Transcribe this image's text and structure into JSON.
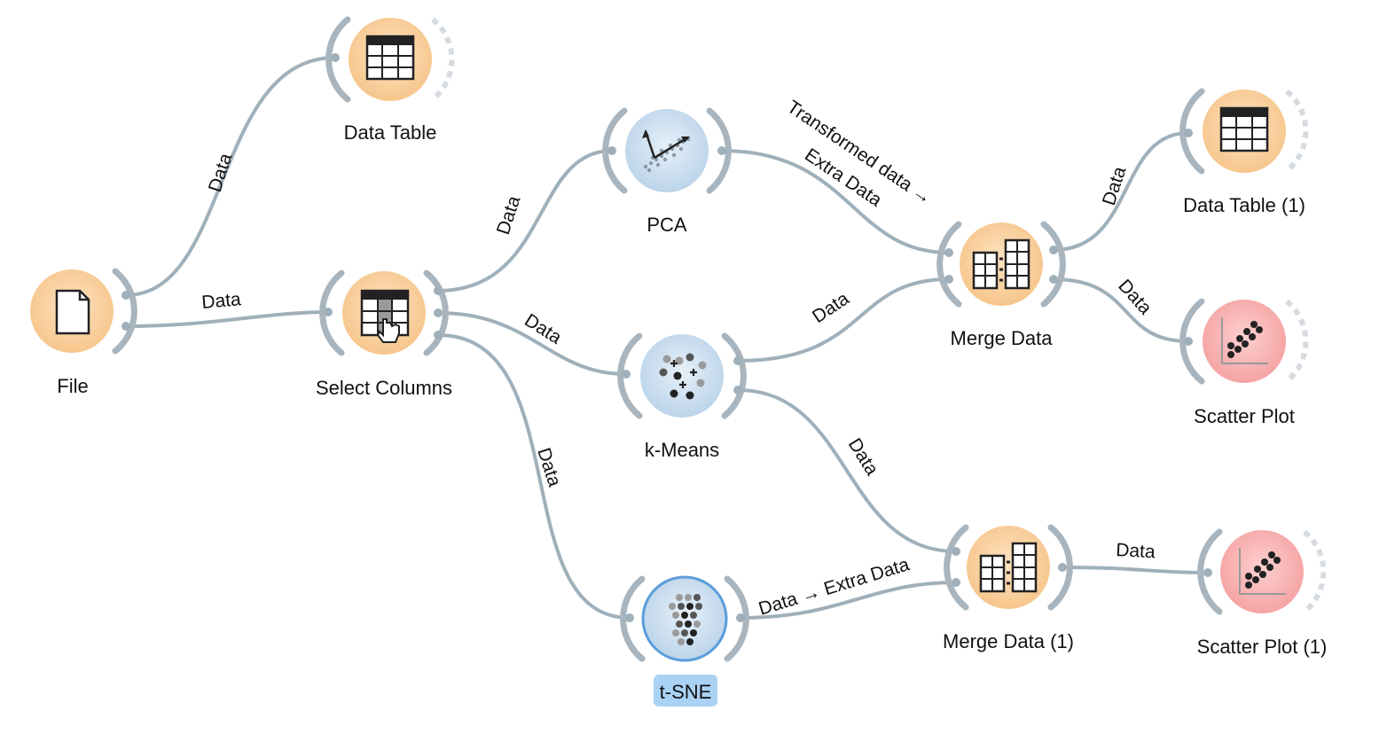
{
  "colors": {
    "data_widget": "#f9cf9d",
    "data_widget_dark": "#f3b872",
    "unsupervised_widget": "#cfe1f0",
    "unsupervised_dark": "#a8c6e0",
    "visualize_widget": "#f9b1b1",
    "visualize_dark": "#ef8c8c",
    "link": "#9fb0bb",
    "selected_ring": "#5b9ddc",
    "selected_label_bg": "#a9d2f5"
  },
  "nodes": {
    "file": {
      "title": "File",
      "icon": "file-icon",
      "category": "data"
    },
    "data_table": {
      "title": "Data Table",
      "icon": "table-icon",
      "category": "data"
    },
    "select_columns": {
      "title": "Select Columns",
      "icon": "select-columns-icon",
      "category": "data"
    },
    "pca": {
      "title": "PCA",
      "icon": "pca-icon",
      "category": "unsupervised"
    },
    "kmeans": {
      "title": "k-Means",
      "icon": "kmeans-icon",
      "category": "unsupervised"
    },
    "tsne": {
      "title": "t-SNE",
      "icon": "tsne-icon",
      "category": "unsupervised",
      "selected": true
    },
    "merge_data": {
      "title": "Merge Data",
      "icon": "merge-icon",
      "category": "data"
    },
    "merge_data_1": {
      "title": "Merge Data (1)",
      "icon": "merge-icon",
      "category": "data"
    },
    "data_table_1": {
      "title": "Data Table (1)",
      "icon": "table-icon",
      "category": "data"
    },
    "scatter_plot": {
      "title": "Scatter Plot",
      "icon": "scatter-icon",
      "category": "visualize"
    },
    "scatter_plot_1": {
      "title": "Scatter Plot (1)",
      "icon": "scatter-icon",
      "category": "visualize"
    }
  },
  "links": {
    "file_to_data_table": "Data",
    "file_to_select_columns": "Data",
    "select_columns_to_pca": "Data",
    "select_columns_to_kmeans": "Data",
    "select_columns_to_tsne": "Data",
    "pca_to_merge_data_line1": "Transformed data →",
    "pca_to_merge_data_line2": "Extra Data",
    "kmeans_to_merge_data": "Data",
    "kmeans_to_merge_data_1": "Data",
    "tsne_to_merge_data_1": "Data → Extra Data",
    "merge_data_to_data_table_1": "Data",
    "merge_data_to_scatter_plot": "Data",
    "merge_data_1_to_scatter_plot_1": "Data"
  }
}
